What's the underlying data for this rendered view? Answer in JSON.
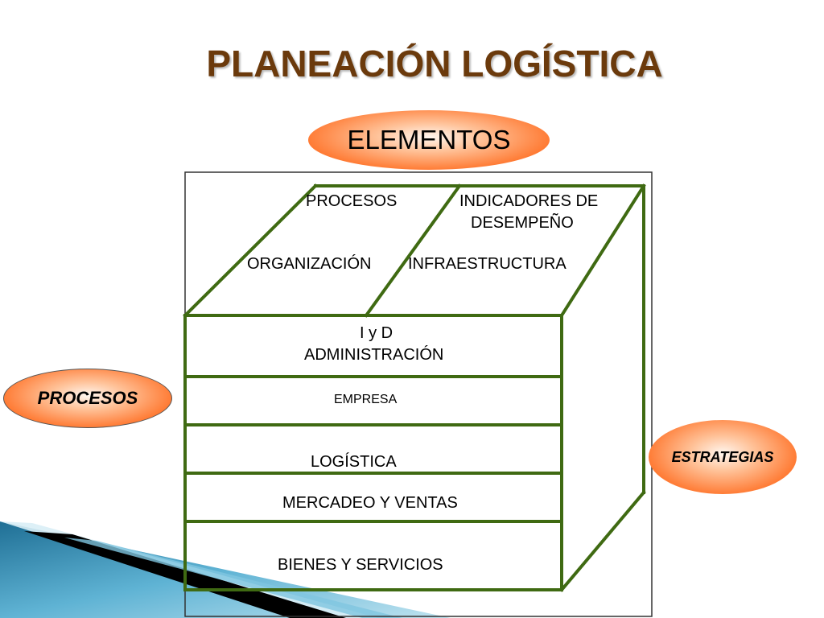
{
  "title": "PLANEACIÓN LOGÍSTICA",
  "ovals": {
    "elementos": "ELEMENTOS",
    "procesos": "PROCESOS",
    "estrategias": "ESTRATEGIAS"
  },
  "top_face": {
    "procesos": "PROCESOS",
    "indicadores_line1": "INDICADORES DE",
    "indicadores_line2": "DESEMPEÑO",
    "organizacion": "ORGANIZACIÓN",
    "infraestructura": "INFRAESTRUCTURA"
  },
  "layers": {
    "iyd": "I y D",
    "administracion": "ADMINISTRACIÓN",
    "empresa": "EMPRESA",
    "logistica": "LOGÍSTICA",
    "mercadeo": "MERCADEO Y VENTAS",
    "bienes": "BIENES Y SERVICIOS"
  },
  "colors": {
    "title": "#6b3a0c",
    "cube_lines": "#3f6a12",
    "oval_fill": "#ff6a22",
    "decor_blue": "#2f8fb5"
  }
}
